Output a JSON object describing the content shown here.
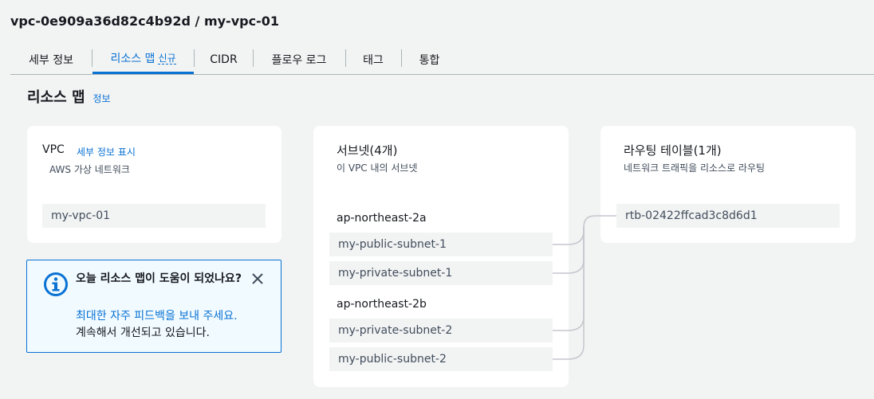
{
  "header": {
    "title": "vpc-0e909a36d82c4b92d / my-vpc-01"
  },
  "tabs": [
    {
      "label": "세부 정보"
    },
    {
      "label": "리소스 맵",
      "badge": "신규"
    },
    {
      "label": "CIDR"
    },
    {
      "label": "플로우 로그"
    },
    {
      "label": "태그"
    },
    {
      "label": "통합"
    }
  ],
  "resource_map": {
    "title": "리소스 맵",
    "info_link": "정보",
    "vpc": {
      "label": "VPC",
      "detail_link": "세부 정보 표시",
      "subtitle": "AWS 가상 네트워크",
      "name": "my-vpc-01"
    },
    "subnets": {
      "title": "서브넷(4개)",
      "subtitle": "이 VPC 내의 서브넷",
      "groups": [
        {
          "az": "ap-northeast-2a",
          "items": [
            "my-public-subnet-1",
            "my-private-subnet-1"
          ]
        },
        {
          "az": "ap-northeast-2b",
          "items": [
            "my-private-subnet-2",
            "my-public-subnet-2"
          ]
        }
      ]
    },
    "route_tables": {
      "title": "라우팅 테이블(1개)",
      "subtitle": "네트워크 트래픽을 리소스로 라우팅",
      "items": [
        "rtb-02422ffcad3c8d6d1"
      ]
    }
  },
  "feedback": {
    "title": "오늘 리소스 맵이 도움이 되었나요?",
    "link_text": "최대한 자주 피드백을 보내 주세요.",
    "text": " 계속해서 개선되고 있습니다."
  },
  "colors": {
    "accent": "#0972d3",
    "connector": "#c6c6cd"
  }
}
